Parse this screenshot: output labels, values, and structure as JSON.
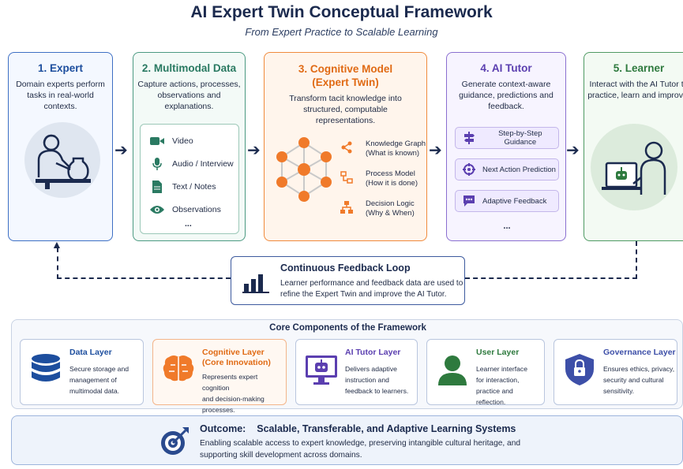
{
  "header": {
    "title": "AI Expert Twin Conceptual Framework",
    "subtitle": "From Expert Practice to Scalable Learning"
  },
  "stages": [
    {
      "title": "1. Expert",
      "desc": "Domain experts perform tasks in real-world contexts."
    },
    {
      "title": "2. Multimodal Data",
      "desc": "Capture actions, processes, observations and explanations.",
      "items": [
        "Video",
        "Audio / Interview",
        "Text / Notes",
        "Observations"
      ],
      "more": "..."
    },
    {
      "title": "3. Cognitive Model (Expert Twin)",
      "desc": "Transform tacit knowledge into structured, computable representations.",
      "items": [
        {
          "name": "Knowledge Graph",
          "sub": "(What is known)"
        },
        {
          "name": "Process Model",
          "sub": "(How it is done)"
        },
        {
          "name": "Decision Logic",
          "sub": "(Why & When)"
        }
      ]
    },
    {
      "title": "4. AI Tutor",
      "desc": "Generate context-aware guidance, predictions and feedback.",
      "items": [
        "Step-by-Step Guidance",
        "Next Action Prediction",
        "Adaptive Feedback"
      ],
      "more": "..."
    },
    {
      "title": "5. Learner",
      "desc": "Interact with the AI Tutor to practice, learn and improve."
    }
  ],
  "feedback_loop": {
    "title": "Continuous Feedback Loop",
    "desc": "Learner performance and feedback data are used to refine the Expert Twin and improve the AI Tutor."
  },
  "core": {
    "title": "Core Components of the Framework",
    "cards": [
      {
        "title": "Data Layer",
        "desc": [
          "Secure storage and",
          "management of",
          "multimodal data."
        ],
        "color": "#1d4e9e"
      },
      {
        "title": "Cognitive Layer",
        "title2": "(Core Innovation)",
        "desc": [
          "Represents expert cognition",
          "and decision-making",
          "processes."
        ],
        "color": "#e06a14"
      },
      {
        "title": "AI Tutor Layer",
        "desc": [
          "Delivers adaptive",
          "instruction and",
          "feedback to learners."
        ],
        "color": "#5b3fb0"
      },
      {
        "title": "User Layer",
        "desc": [
          "Learner interface",
          "for interaction,",
          "practice and reflection."
        ],
        "color": "#2e7a3e"
      },
      {
        "title": "Governance Layer",
        "desc": [
          "Ensures ethics, privacy,",
          "security and cultural",
          "sensitivity."
        ],
        "color": "#3d4fa8"
      }
    ]
  },
  "outcome": {
    "label": "Outcome:",
    "title": "Scalable, Transferable, and Adaptive Learning Systems",
    "desc": "Enabling scalable access to expert knowledge, preserving intangible cultural heritage, and supporting skill development across domains."
  }
}
